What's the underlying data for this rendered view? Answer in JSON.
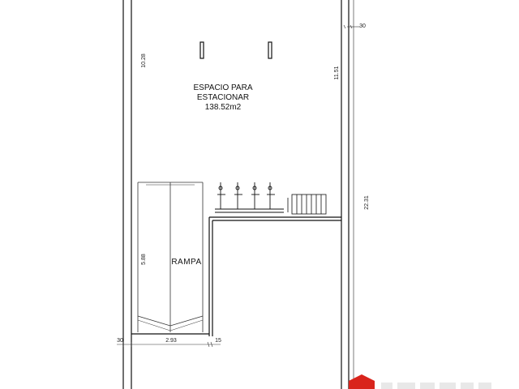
{
  "plan": {
    "area_name_line1": "ESPACIO PARA",
    "area_name_line2": "ESTACIONAR",
    "area_size": "138.52m2",
    "ramp_label": "RAMPA"
  },
  "dimensions": {
    "left_upper": "10.28",
    "left_lower": "5.88",
    "right_upper": "11.51",
    "right_lower": "22.31",
    "top_right_wall": "30",
    "bottom_left_wall": "30",
    "bottom_ramp_width": "2.93",
    "bottom_right_wall": "15"
  },
  "colors": {
    "wall": "#111111",
    "dim_line": "#333333",
    "logo_red": "#d9241c"
  }
}
